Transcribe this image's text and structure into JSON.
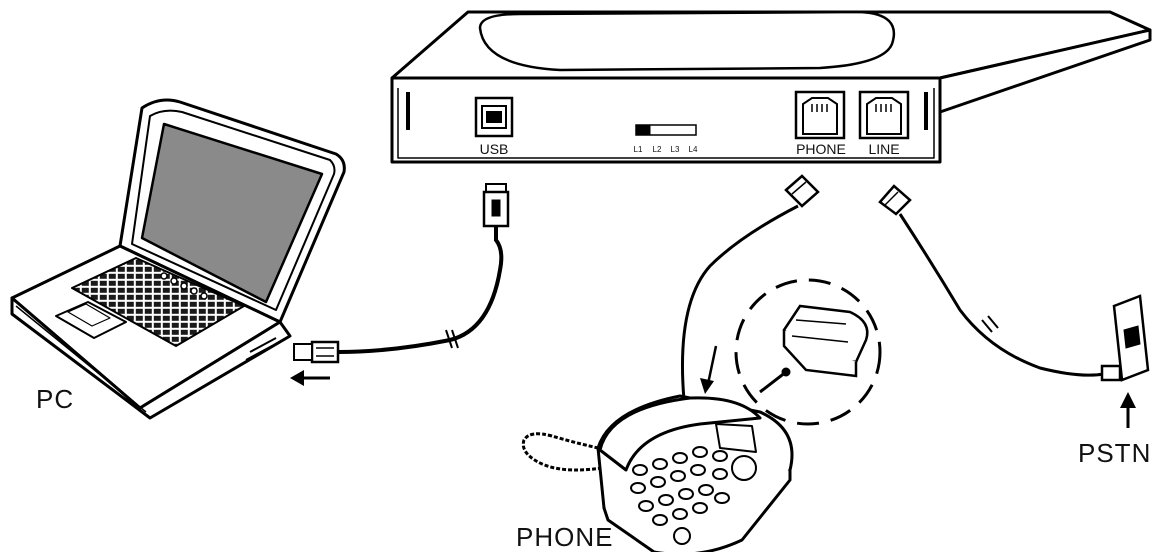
{
  "device": {
    "ports": {
      "usb": "USB",
      "phone": "PHONE",
      "line": "LINE"
    },
    "switch_positions": [
      "L1",
      "L2",
      "L3",
      "L4"
    ]
  },
  "labels": {
    "pc": "PC",
    "phone": "PHONE",
    "pstn": "PSTN"
  }
}
